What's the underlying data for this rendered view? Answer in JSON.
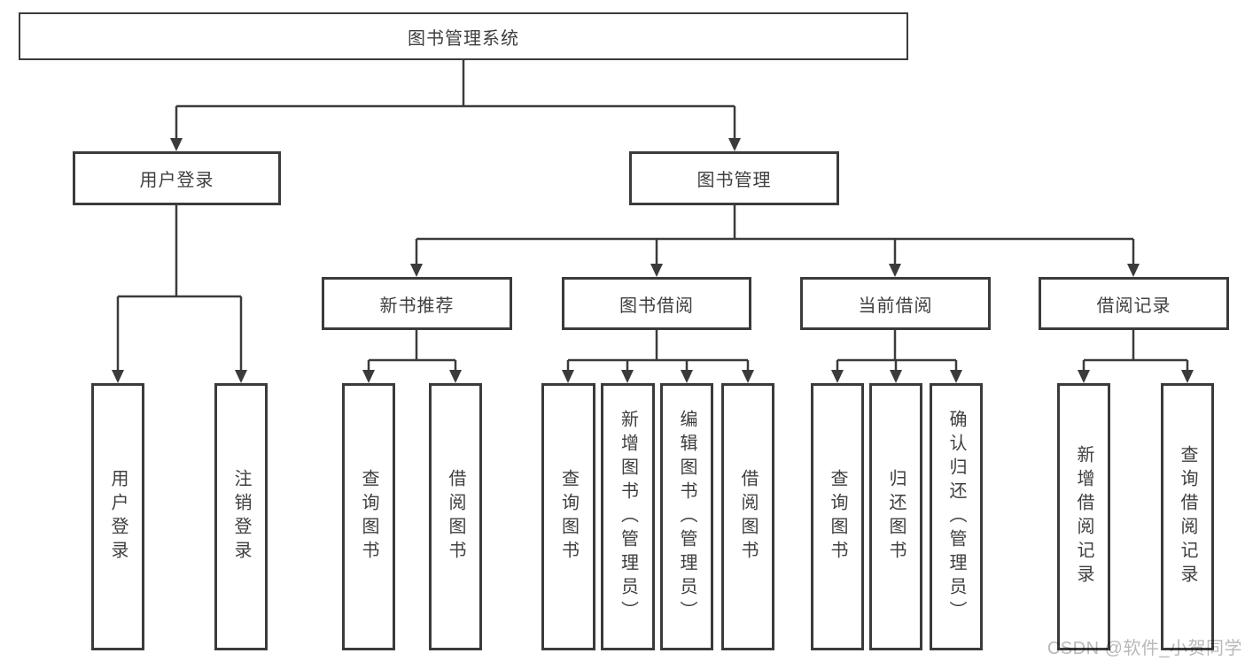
{
  "diagram": {
    "root": {
      "label": "图书管理系统"
    },
    "branches": [
      {
        "label": "用户登录",
        "children": [
          {
            "label": "用户登录"
          },
          {
            "label": "注销登录"
          }
        ]
      },
      {
        "label": "图书管理",
        "children": [
          {
            "label": "新书推荐",
            "children": [
              {
                "label": "查询图书"
              },
              {
                "label": "借阅图书"
              }
            ]
          },
          {
            "label": "图书借阅",
            "children": [
              {
                "label": "查询图书"
              },
              {
                "label": "新增图书（管理员）"
              },
              {
                "label": "编辑图书（管理员）"
              },
              {
                "label": "借阅图书"
              }
            ]
          },
          {
            "label": "当前借阅",
            "children": [
              {
                "label": "查询图书"
              },
              {
                "label": "归还图书"
              },
              {
                "label": "确认归还（管理员）"
              }
            ]
          },
          {
            "label": "借阅记录",
            "children": [
              {
                "label": "新增借阅记录"
              },
              {
                "label": "查询借阅记录"
              }
            ]
          }
        ]
      }
    ],
    "watermark": "CSDN @软件_小贺同学",
    "colors": {
      "line": "#3b3b3b",
      "text": "#3f3f3f",
      "background": "#ffffff",
      "watermark": "#b9b9b9"
    }
  }
}
